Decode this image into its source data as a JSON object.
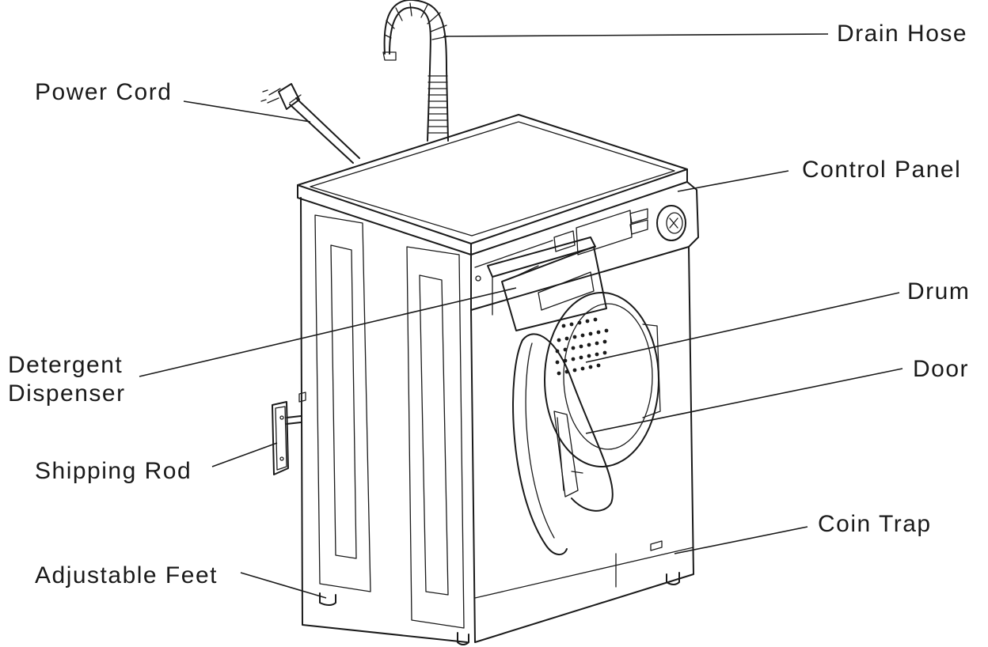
{
  "labels": {
    "drain_hose": "Drain Hose",
    "power_cord": "Power Cord",
    "control_panel": "Control Panel",
    "drum": "Drum",
    "detergent_dispenser_line1": "Detergent",
    "detergent_dispenser_line2": "Dispenser",
    "door": "Door",
    "shipping_rod": "Shipping Rod",
    "coin_trap": "Coin Trap",
    "adjustable_feet": "Adjustable Feet"
  },
  "colors": {
    "ink": "#1a1a1a",
    "background": "#ffffff"
  }
}
